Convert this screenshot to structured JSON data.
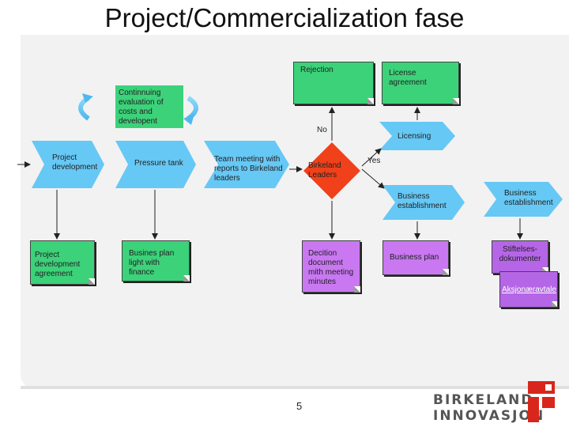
{
  "title": "Project/Commercialization fase",
  "nodes": {
    "rejection": "Rejection",
    "license_agreement": "License agreement",
    "continuing_evaluation": "Continnuing evaluation of costs and developent",
    "no": "No",
    "licensing": "Licensing",
    "project_development": "Project development",
    "pressure_tank": "Pressure tank",
    "team_meeting": "Team meeting with reports to Birkeland leaders",
    "birkeland_leaders": "Birkeland Leaders",
    "yes": "Yes",
    "business_establishment_1": "Business establishment",
    "business_establishment_2": "Business establishment",
    "project_dev_agreement": "Project development agreement",
    "business_plan_light": "Busines plan light with finance",
    "decision_document": "Decition document mith meeting minutes",
    "business_plan": "Business plan",
    "stiftelses": "Stiftelses-dokumenter",
    "aksjonaeravtale": "Aksjonæravtale"
  },
  "page_number": "5",
  "logo": {
    "line1": "BIRKELAND",
    "line2": "INNOVASJON"
  },
  "colors": {
    "arrow_blue": "#66c8f5",
    "decision_red": "#f0411a",
    "doc_green": "#3cd27a",
    "doc_purple": "#c978f2",
    "logo_red": "#d9261c"
  }
}
